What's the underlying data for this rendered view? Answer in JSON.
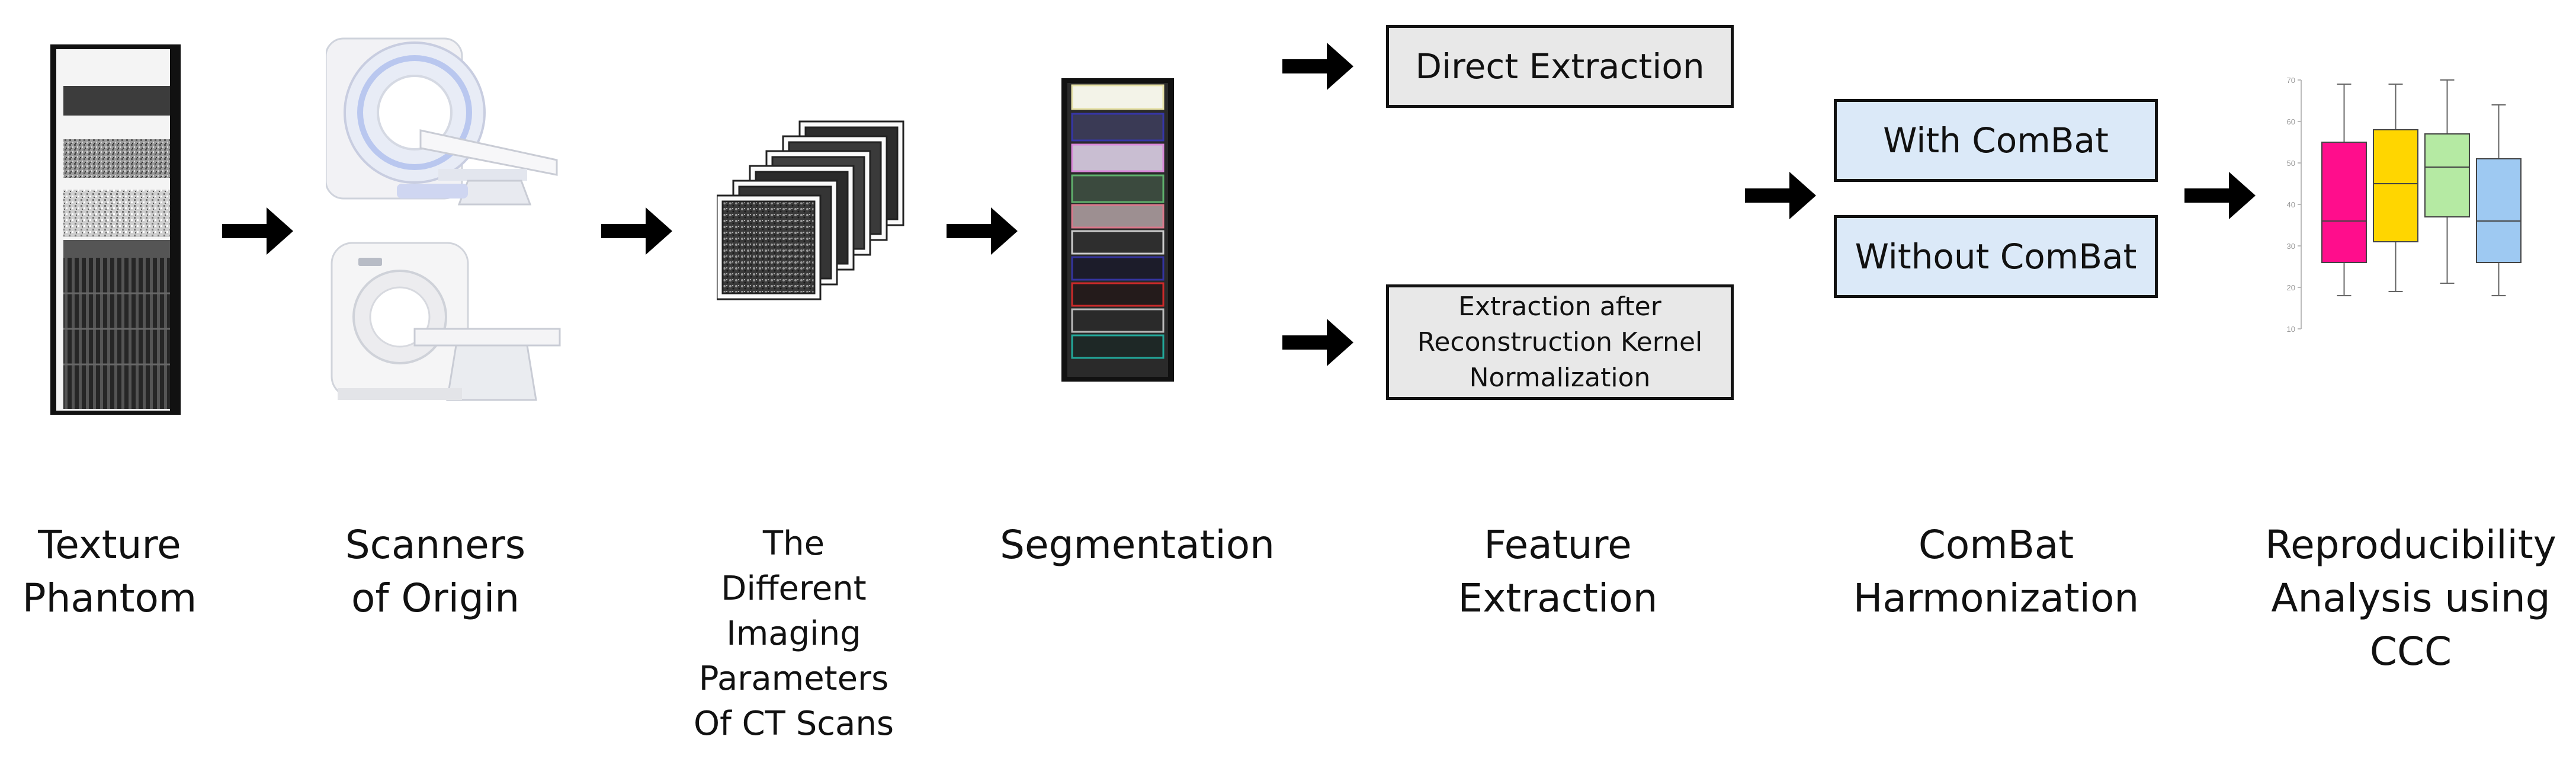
{
  "stages": {
    "texture_phantom": "Texture\nPhantom",
    "scanners": "Scanners\nof Origin",
    "imaging_params": "The\nDifferent\nImaging\nParameters\nOf CT Scans",
    "segmentation": "Segmentation",
    "feature_extraction": "Feature\nExtraction",
    "combat_harmonization": "ComBat\nHarmonization",
    "reproducibility": "Reproducibility\nAnalysis using\nCCC"
  },
  "boxes": {
    "direct_extraction": "Direct Extraction",
    "kernel_extraction": "Extraction after\nReconstruction Kernel\nNormalization",
    "with_combat": "With ComBat",
    "without_combat": "Without ComBat"
  },
  "colors": {
    "grey_box": "#e8e8e8",
    "blue_box": "#dbe9f8",
    "arrow": "#000000",
    "boxplot_1": "#ff0d8c",
    "boxplot_2": "#ffd600",
    "boxplot_3": "#b5eaa3",
    "boxplot_4": "#9ec9f2"
  },
  "icons": [
    "texture-phantom-image",
    "ct-scanner-image",
    "ct-scan-stack-image",
    "segmentation-image",
    "boxplot-chart-image",
    "right-arrow-icon"
  ],
  "chart_data": {
    "type": "boxplot",
    "ylim": [
      10,
      70
    ],
    "yticks": [
      "70",
      "60",
      "50",
      "40",
      "30",
      "20",
      "10"
    ],
    "series": [
      {
        "color": "#ff0d8c",
        "min": 18,
        "q1": 26,
        "median": 36,
        "q3": 55,
        "max": 69
      },
      {
        "color": "#ffd600",
        "min": 19,
        "q1": 31,
        "median": 45,
        "q3": 58,
        "max": 69
      },
      {
        "color": "#b5eaa3",
        "min": 21,
        "q1": 37,
        "median": 49,
        "q3": 57,
        "max": 70
      },
      {
        "color": "#9ec9f2",
        "min": 18,
        "q1": 26,
        "median": 36,
        "q3": 51,
        "max": 64
      }
    ]
  }
}
